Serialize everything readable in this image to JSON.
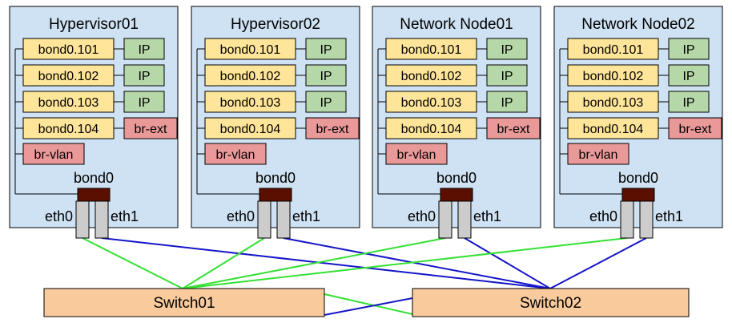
{
  "colors": {
    "node_fill": "#cfe2f3",
    "bond_fill": "#ffe599",
    "ip_fill": "#b6d7a8",
    "bridge_fill": "#ea9999",
    "switch_fill": "#f9cb9c",
    "bond0_block": "#5b0f00",
    "eth_port": "#cccccc",
    "link_to_switch01": "#33e033",
    "link_to_switch02": "#1515c8",
    "line": "#000000"
  },
  "nodes": [
    {
      "name": "Hypervisor01",
      "vlans": [
        {
          "iface": "bond0.101",
          "attach": "IP",
          "attach_type": "ip"
        },
        {
          "iface": "bond0.102",
          "attach": "IP",
          "attach_type": "ip"
        },
        {
          "iface": "bond0.103",
          "attach": "IP",
          "attach_type": "ip"
        },
        {
          "iface": "bond0.104",
          "attach": "br-ext",
          "attach_type": "bridge"
        }
      ],
      "bridge": "br-vlan",
      "bond": "bond0",
      "eth_left": "eth0",
      "eth_right": "eth1"
    },
    {
      "name": "Hypervisor02",
      "vlans": [
        {
          "iface": "bond0.101",
          "attach": "IP",
          "attach_type": "ip"
        },
        {
          "iface": "bond0.102",
          "attach": "IP",
          "attach_type": "ip"
        },
        {
          "iface": "bond0.103",
          "attach": "IP",
          "attach_type": "ip"
        },
        {
          "iface": "bond0.104",
          "attach": "br-ext",
          "attach_type": "bridge"
        }
      ],
      "bridge": "br-vlan",
      "bond": "bond0",
      "eth_left": "eth0",
      "eth_right": "eth1"
    },
    {
      "name": "Network Node01",
      "vlans": [
        {
          "iface": "bond0.101",
          "attach": "IP",
          "attach_type": "ip"
        },
        {
          "iface": "bond0.102",
          "attach": "IP",
          "attach_type": "ip"
        },
        {
          "iface": "bond0.103",
          "attach": "IP",
          "attach_type": "ip"
        },
        {
          "iface": "bond0.104",
          "attach": "br-ext",
          "attach_type": "bridge"
        }
      ],
      "bridge": "br-vlan",
      "bond": "bond0",
      "eth_left": "eth0",
      "eth_right": "eth1"
    },
    {
      "name": "Network Node02",
      "vlans": [
        {
          "iface": "bond0.101",
          "attach": "IP",
          "attach_type": "ip"
        },
        {
          "iface": "bond0.102",
          "attach": "IP",
          "attach_type": "ip"
        },
        {
          "iface": "bond0.103",
          "attach": "IP",
          "attach_type": "ip"
        },
        {
          "iface": "bond0.104",
          "attach": "br-ext",
          "attach_type": "bridge"
        }
      ],
      "bridge": "br-vlan",
      "bond": "bond0",
      "eth_left": "eth0",
      "eth_right": "eth1"
    }
  ],
  "switches": [
    "Switch01",
    "Switch02"
  ],
  "links": [
    {
      "node": 0,
      "port": "eth0",
      "switch": 0
    },
    {
      "node": 0,
      "port": "eth1",
      "switch": 1
    },
    {
      "node": 1,
      "port": "eth0",
      "switch": 0
    },
    {
      "node": 1,
      "port": "eth1",
      "switch": 1
    },
    {
      "node": 2,
      "port": "eth0",
      "switch": 0
    },
    {
      "node": 2,
      "port": "eth1",
      "switch": 1
    },
    {
      "node": 3,
      "port": "eth0",
      "switch": 0
    },
    {
      "node": 3,
      "port": "eth1",
      "switch": 1
    }
  ],
  "interswitch_links": [
    {
      "from": 0,
      "to": 1,
      "color": "link_to_switch01"
    },
    {
      "from": 1,
      "to": 0,
      "color": "link_to_switch02"
    }
  ]
}
